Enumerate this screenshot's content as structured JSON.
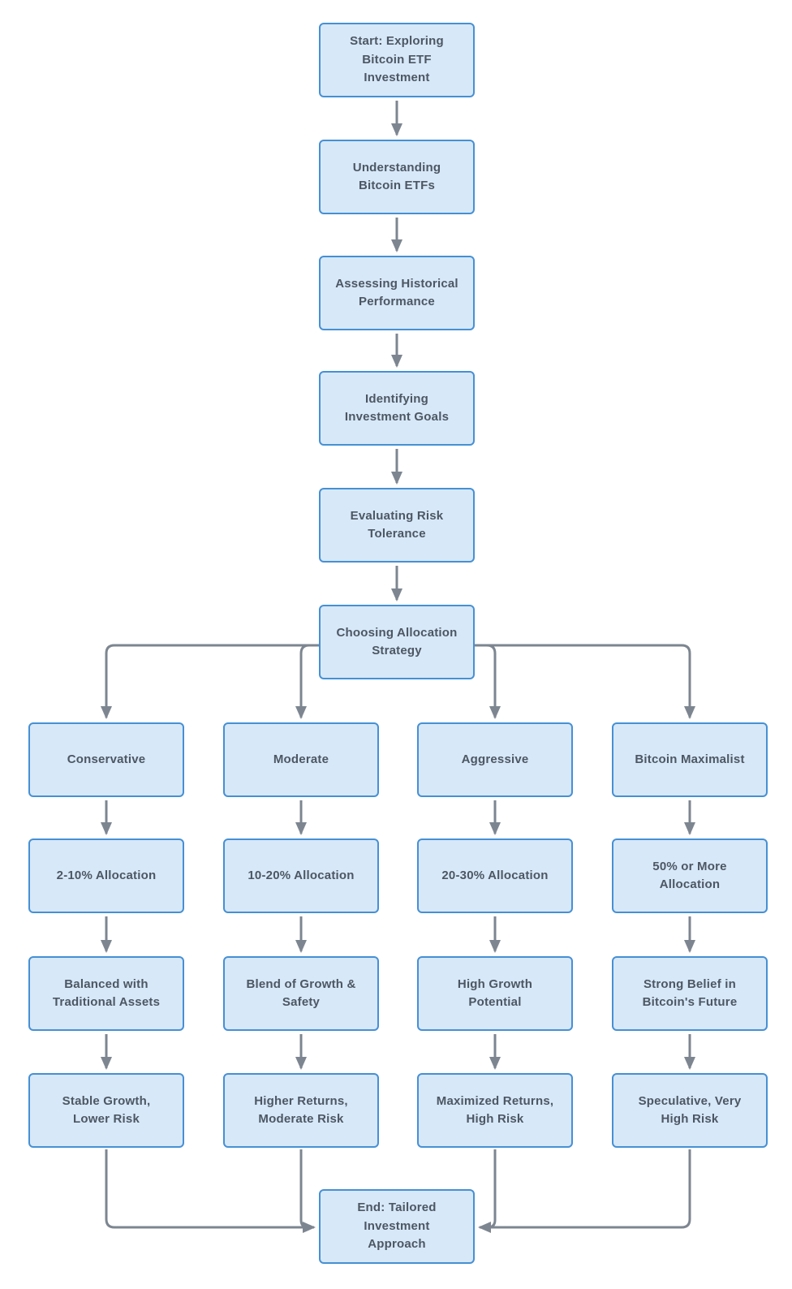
{
  "colors": {
    "node_fill": "#d7e8f8",
    "node_border": "#4690d4",
    "node_text": "#4d5763",
    "connector": "#7d8690"
  },
  "main_flow": [
    {
      "id": "start",
      "label": "Start: Exploring Bitcoin ETF Investment"
    },
    {
      "id": "understanding",
      "label": "Understanding Bitcoin ETFs"
    },
    {
      "id": "assessing",
      "label": "Assessing Historical Performance"
    },
    {
      "id": "identifying",
      "label": "Identifying Investment Goals"
    },
    {
      "id": "evaluating",
      "label": "Evaluating Risk Tolerance"
    },
    {
      "id": "choosing",
      "label": "Choosing Allocation Strategy"
    }
  ],
  "branches": [
    {
      "name": "Conservative",
      "steps": [
        "2-10% Allocation",
        "Balanced with Traditional Assets",
        "Stable Growth, Lower Risk"
      ]
    },
    {
      "name": "Moderate",
      "steps": [
        "10-20% Allocation",
        "Blend of Growth & Safety",
        "Higher Returns, Moderate Risk"
      ]
    },
    {
      "name": "Aggressive",
      "steps": [
        "20-30% Allocation",
        "High Growth Potential",
        "Maximized Returns, High Risk"
      ]
    },
    {
      "name": "Bitcoin Maximalist",
      "steps": [
        "50% or More Allocation",
        "Strong Belief in Bitcoin's Future",
        "Speculative, Very High Risk"
      ]
    }
  ],
  "end_node": {
    "label": "End: Tailored Investment Approach"
  }
}
